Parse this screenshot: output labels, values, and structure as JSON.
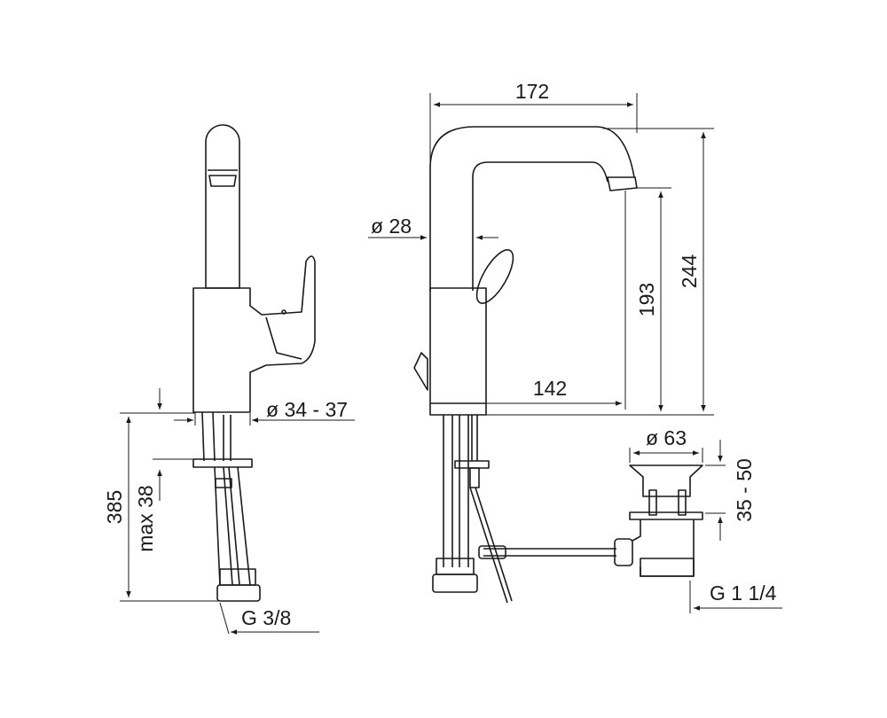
{
  "side_view": {
    "spout_diameter_range": "ø 34 - 37",
    "total_height": "385",
    "max_thickness": "max 38",
    "connection": "G 3/8"
  },
  "front_view": {
    "reach_width": "172",
    "total_height": "244",
    "outlet_height": "193",
    "reach": "142",
    "spout_diameter": "ø 28"
  },
  "drain": {
    "diameter": "ø 63",
    "lift_range": "35 - 50",
    "connection": "G 1 1/4"
  }
}
